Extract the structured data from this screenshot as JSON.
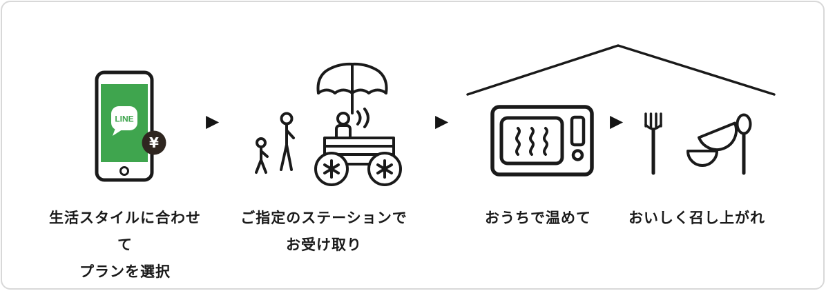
{
  "panel": {
    "background": "#ffffff",
    "border_color": "#d8d8d8"
  },
  "colors": {
    "ink": "#1a1a1a",
    "line_green": "#3fa54e",
    "badge_bg": "#2f2620",
    "badge_text": "#ffffff"
  },
  "arrow": {
    "glyph": "▶"
  },
  "phone": {
    "app_name": "LINE",
    "badge_symbol": "¥"
  },
  "steps": [
    {
      "id": "plan",
      "icon": "line-phone-icon",
      "caption": [
        "生活スタイルに合わせて",
        "プランを選択"
      ]
    },
    {
      "id": "pickup",
      "icon": "station-icon",
      "caption": [
        "ご指定のステーションで",
        "お受け取り"
      ]
    },
    {
      "id": "heat",
      "icon": "microwave-icon",
      "caption": [
        "おうちで温めて"
      ]
    },
    {
      "id": "eat",
      "icon": "tableware-icon",
      "caption": [
        "おいしく召し上がれ"
      ]
    }
  ]
}
